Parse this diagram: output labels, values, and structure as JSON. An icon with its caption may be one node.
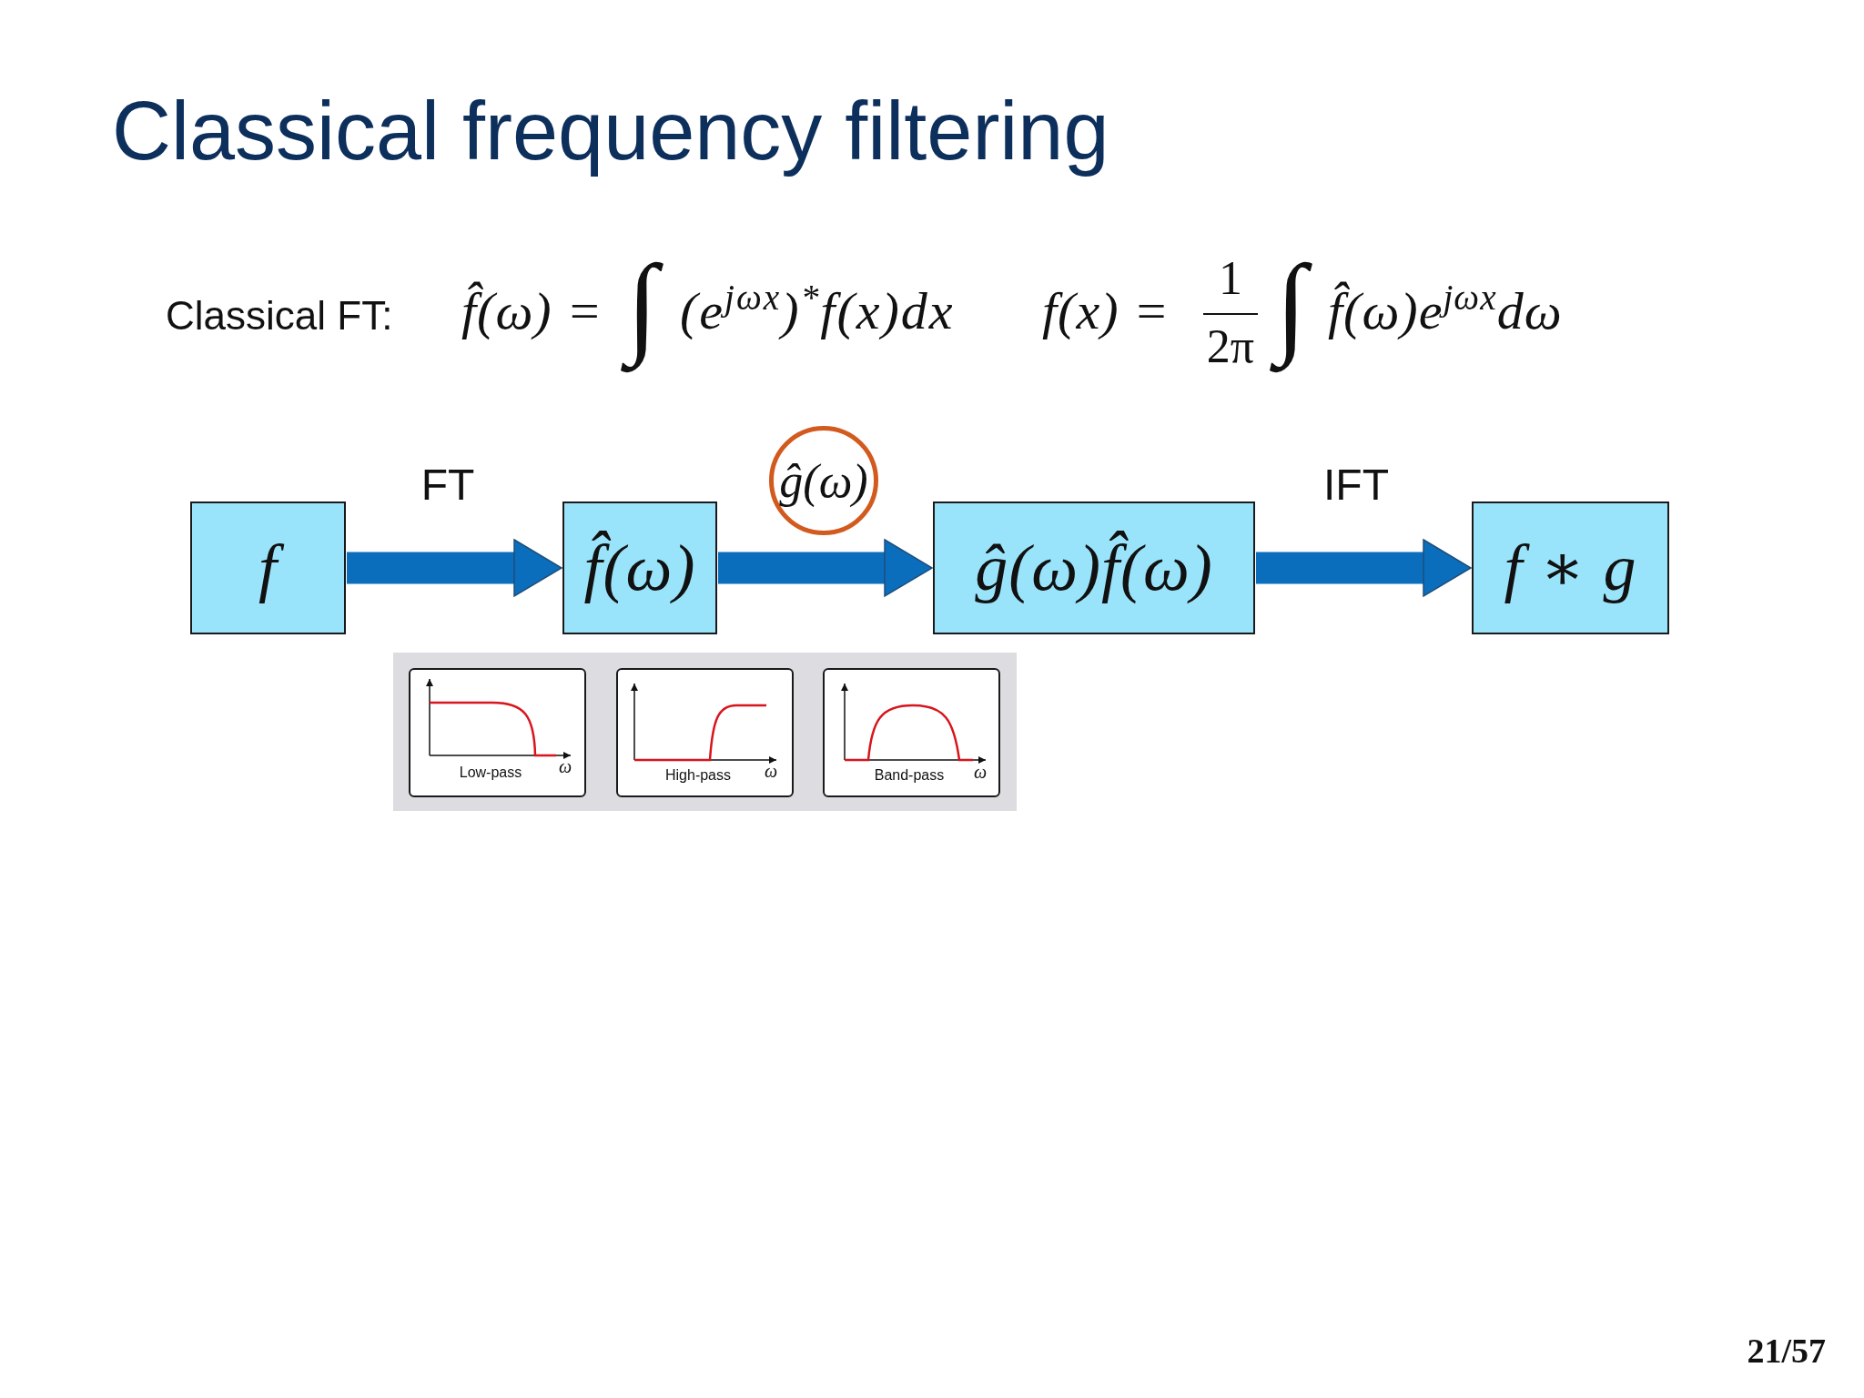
{
  "diagram": {
    "title": "Classical frequency filtering",
    "nodes": [
      {
        "text": [
          "f"
        ]
      },
      {
        "text": [
          "f̂(ω)"
        ]
      },
      {
        "text": [
          "ĝ(ω)"
        ]
      },
      {
        "text": [
          "ĝ(ω)f̂(ω)"
        ]
      },
      {
        "text": [
          "f ∗ g"
        ]
      },
      {
        "text": [],
        "shape": "box"
      },
      {
        "text": [
          "Low-pass",
          "ω"
        ],
        "in": 5
      },
      {
        "text": [
          "High-pass",
          "ω"
        ],
        "in": 5
      },
      {
        "text": [
          "Band-pass",
          "ω"
        ],
        "in": 5
      }
    ],
    "edges": [
      {
        "from": 0,
        "to": 1,
        "arrow": "to",
        "label": "FT"
      },
      {
        "from": 1,
        "to": 3,
        "arrow": "to"
      },
      {
        "from": 3,
        "to": 4,
        "arrow": "to",
        "label": "IFT"
      }
    ],
    "labels": [
      "Classical FT:",
      "f̂(ω) =",
      "∫",
      "(e$^{jωx}$)$^{*}$f(x)dx",
      "f(x) =",
      "1",
      "2π",
      "∫",
      "f̂(ω)e$^{jωx}$dω",
      "21/57"
    ]
  }
}
